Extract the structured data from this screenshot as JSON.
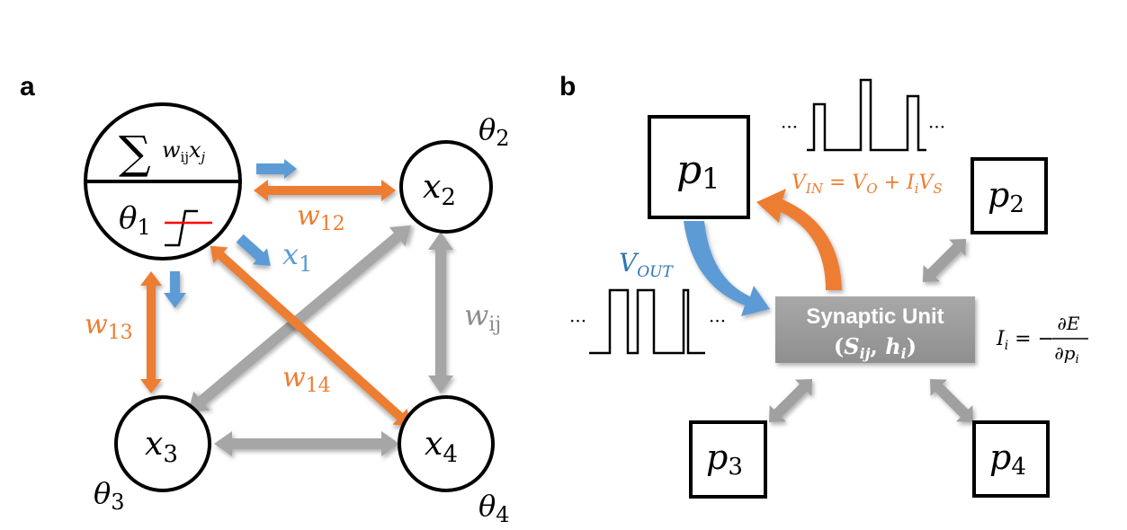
{
  "panels": {
    "a": {
      "label": "a",
      "neuron1": {
        "sum_symbol": "∑",
        "sum_term": "w",
        "sum_term_sub": "ij",
        "sum_var": "x",
        "sum_var_sub": "j",
        "theta": "θ",
        "theta_sub": "1"
      },
      "nodes": [
        {
          "id": "x2",
          "var": "x",
          "sub": "2",
          "theta": "θ",
          "theta_sub": "2"
        },
        {
          "id": "x3",
          "var": "x",
          "sub": "3",
          "theta": "θ",
          "theta_sub": "3"
        },
        {
          "id": "x4",
          "var": "x",
          "sub": "4",
          "theta": "θ",
          "theta_sub": "4"
        }
      ],
      "labels": {
        "w12": {
          "main": "w",
          "sub": "12"
        },
        "w13": {
          "main": "w",
          "sub": "13"
        },
        "w14": {
          "main": "w",
          "sub": "14"
        },
        "wij": {
          "main": "w",
          "sub": "ij"
        },
        "x1": {
          "main": "x",
          "sub": "1"
        }
      }
    },
    "b": {
      "label": "b",
      "boxes": [
        {
          "id": "p1",
          "var": "p",
          "sub": "1"
        },
        {
          "id": "p2",
          "var": "p",
          "sub": "2"
        },
        {
          "id": "p3",
          "var": "p",
          "sub": "3"
        },
        {
          "id": "p4",
          "var": "p",
          "sub": "4"
        }
      ],
      "synaptic_unit": {
        "title": "Synaptic Unit",
        "params_open": "(",
        "s": "S",
        "s_sub": "ij",
        "comma": ", ",
        "h": "h",
        "h_sub": "i",
        "params_close": ")"
      },
      "v_out": {
        "main": "V",
        "sub": "OUT"
      },
      "v_in_eq": {
        "lhs": "V",
        "lhs_sub": "IN",
        "eq": " = ",
        "v0": "V",
        "v0_sub": "O",
        "plus": " + ",
        "i": "I",
        "i_sub": "i",
        "vs": "V",
        "vs_sub": "S"
      },
      "current_eq": {
        "lhs": "I",
        "lhs_sub": "i",
        "eq": " = −",
        "num": "∂E",
        "den": "∂p",
        "den_sub": "i"
      },
      "ellipsis": "···"
    }
  },
  "colors": {
    "orange": "#ED7D31",
    "blue": "#5B9BD5",
    "gray": "#A6A6A6",
    "red": "#FF0000",
    "unit_gray": "#9E9E9E"
  }
}
